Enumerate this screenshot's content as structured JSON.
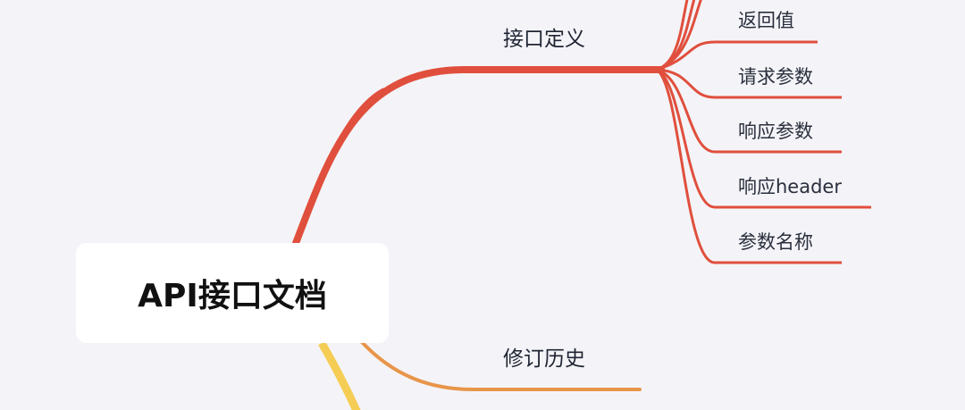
{
  "mindmap": {
    "root": {
      "label": "API接口文档"
    },
    "branches": [
      {
        "label": "接口定义",
        "color": "#e04f3d",
        "children": [
          {
            "label": "返回值"
          },
          {
            "label": "请求参数"
          },
          {
            "label": "响应参数"
          },
          {
            "label": "响应header"
          },
          {
            "label": "参数名称"
          }
        ]
      },
      {
        "label": "修订历史",
        "color": "#e8954a",
        "children": []
      },
      {
        "label": "",
        "color": "#f5cd55",
        "children": []
      }
    ]
  },
  "colors": {
    "background": "#f4f4f8",
    "root_fill": "#ffffff",
    "leaf_line": "#d9574a"
  }
}
